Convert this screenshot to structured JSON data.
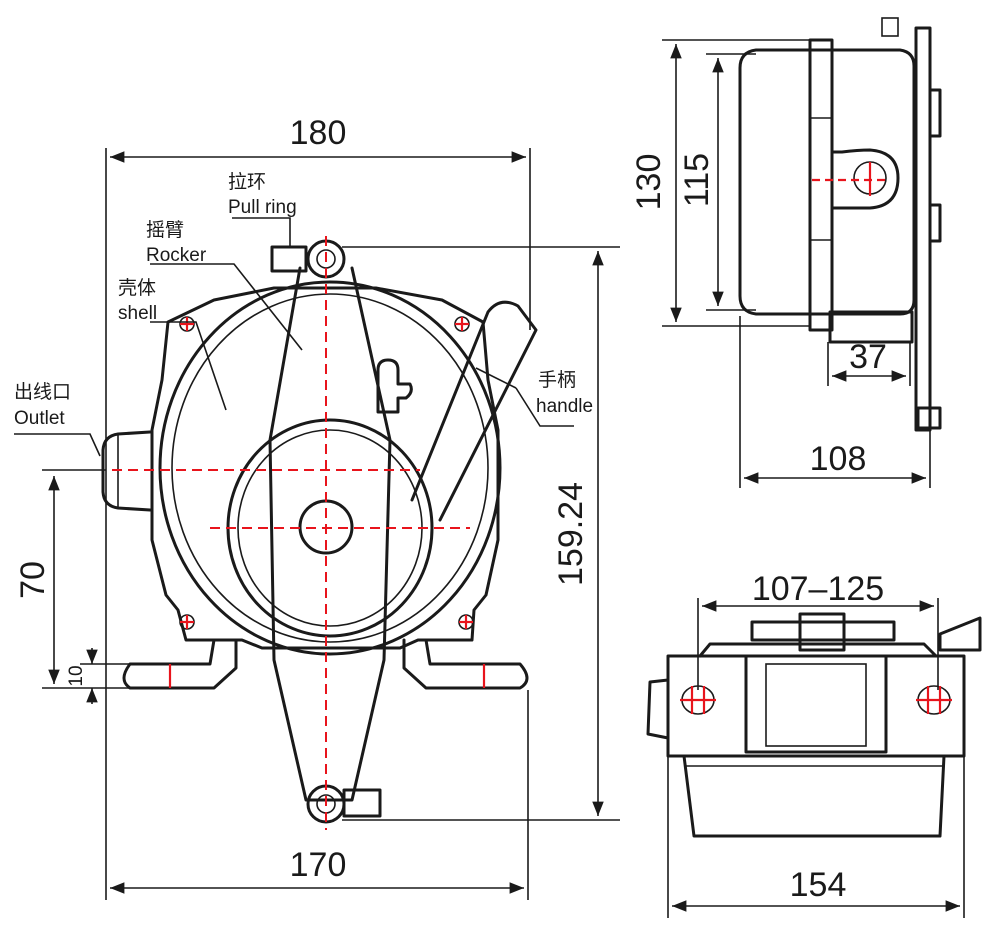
{
  "dimensions": {
    "width_top": "180",
    "width_bottom": "170",
    "height_total": "159.24",
    "offset_70": "70",
    "offset_10": "10",
    "side_130": "130",
    "side_115": "115",
    "side_37": "37",
    "side_108": "108",
    "bottom_range": "107–125",
    "bottom_154": "154"
  },
  "labels": {
    "pull_ring_cn": "拉环",
    "pull_ring_en": "Pull ring",
    "rocker_cn": "摇臂",
    "rocker_en": "Rocker",
    "shell_cn": "壳体",
    "shell_en": "shell",
    "outlet_cn": "出线口",
    "outlet_en": "Outlet",
    "handle_cn": "手柄",
    "handle_en": "handle"
  },
  "colors": {
    "line": "#1a1a1a",
    "centerline": "#e8141c",
    "background": "#ffffff"
  }
}
